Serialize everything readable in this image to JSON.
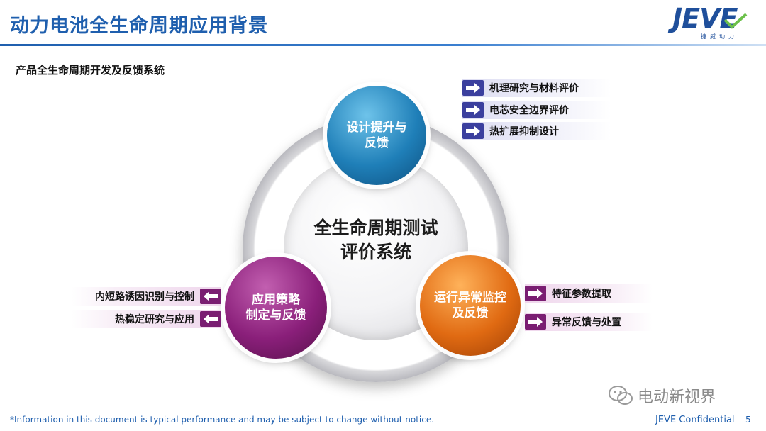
{
  "header": {
    "title": "动力电池全生命周期应用背景",
    "subtitle": "产品全生命周期开发及反馈系统"
  },
  "logo": {
    "text": "JEVE",
    "sub": "捷威动力"
  },
  "cycle": {
    "center": [
      "全生命周期测试",
      "评价系统"
    ],
    "nodes": {
      "design": [
        "设计提升与",
        "反馈"
      ],
      "strategy": [
        "应用策略",
        "制定与反馈"
      ],
      "monitor": [
        "运行异常监控",
        "及反馈"
      ]
    },
    "design_items": [
      "机理研究与材料评价",
      "电芯安全边界评价",
      "热扩展抑制设计"
    ],
    "strategy_items": [
      "内短路诱因识别与控制",
      "热稳定研究与应用"
    ],
    "monitor_items": [
      "特征参数提取",
      "异常反馈与处置"
    ]
  },
  "footer": {
    "disclaimer": "*Information in this document is typical performance and may be subject to change without notice.",
    "confidential": "JEVE Confidential",
    "page": "5"
  },
  "watermark": {
    "text": "电动新视界"
  },
  "colors": {
    "brand": "#1f5fae",
    "design_node": "#1f7fb8",
    "strategy_node": "#8a1f7a",
    "monitor_node": "#e06a12"
  }
}
